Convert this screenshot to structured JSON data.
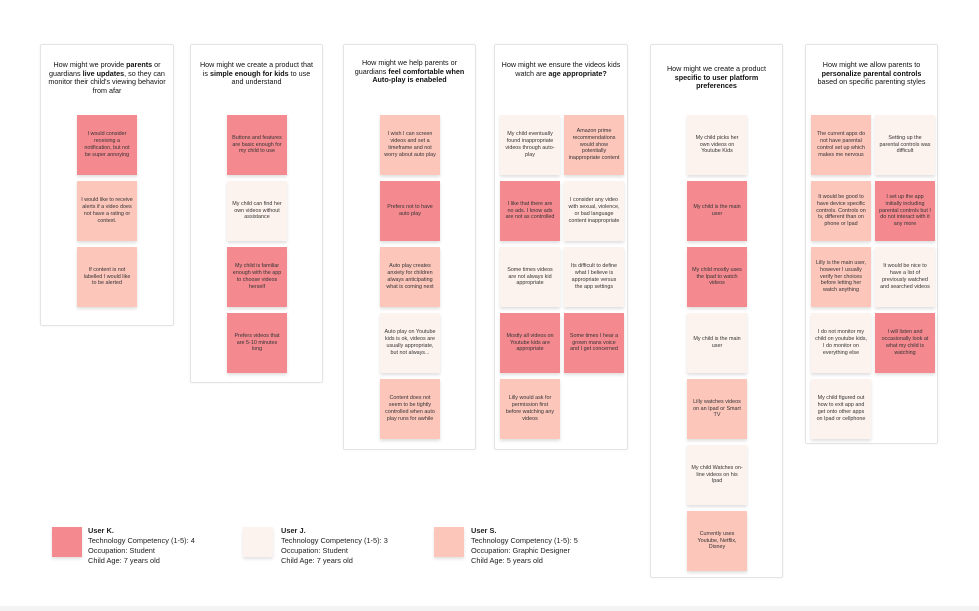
{
  "colors": {
    "userK": "#f48a8f",
    "userJ": "#fdf3ee",
    "userS": "#fcc6bb",
    "column_border": "#e4e4e4"
  },
  "columns": [
    {
      "id": "c1",
      "hmw": {
        "pre": "How might we provide ",
        "bold": "parents",
        "post": " or guardians ",
        "bold2": "live updates",
        "post2": ", so they can monitor their child's viewing behavior from afar"
      },
      "notes": [
        {
          "user": "K",
          "text": "I would consider receiving a notification, but not be super annoying"
        },
        {
          "user": "S",
          "text": "I would like to receive alerts if a video does not have a rating or context."
        },
        {
          "user": "S",
          "text": "If content is not labelled I would like to be alerted"
        }
      ]
    },
    {
      "id": "c2",
      "hmw": {
        "pre": "How might we create a product that is ",
        "bold": "simple enough for kids",
        "post": " to use and understand",
        "bold2": "",
        "post2": ""
      },
      "notes": [
        {
          "user": "K",
          "text": "Buttons and features are basic enough for my child to use"
        },
        {
          "user": "J",
          "text": "My child can find her own videos without assistance"
        },
        {
          "user": "K",
          "text": "My child is familiar enough with the app to choose videos herself"
        },
        {
          "user": "K",
          "text": "Prefers videos that are 5-10 minutes long"
        }
      ]
    },
    {
      "id": "c3",
      "hmw": {
        "pre": "How might we help parents or guardians ",
        "bold": "feel comfortable when Auto-play is enabeled",
        "post": "",
        "bold2": "",
        "post2": ""
      },
      "notes": [
        {
          "user": "S",
          "text": "I wish I can screen videos and set a timeframe and not worry about auto play"
        },
        {
          "user": "K",
          "text": "Prefers not to have auto play"
        },
        {
          "user": "S",
          "text": "Auto play creates anxiety for children always anticipating what is coming next"
        },
        {
          "user": "J",
          "text": "Auto play on Youtube kids is ok, videos are usually appropriate, but not always..."
        },
        {
          "user": "S",
          "text": "Content does not seem to be tightly controlled when auto play runs for awhile"
        }
      ]
    },
    {
      "id": "c4",
      "hmw": {
        "pre": "How might we ensure the videos kids watch are ",
        "bold": "age appropriate?",
        "post": "",
        "bold2": "",
        "post2": ""
      },
      "notes": [
        {
          "user": "J",
          "text": "My child eventually found inappropriate videos through auto-play"
        },
        {
          "user": "S",
          "text": "Amazon prime recommendations would show potentially inappropriate content"
        },
        {
          "user": "K",
          "text": "I like that there are no ads. I know ads are not as controlled"
        },
        {
          "user": "J",
          "text": "I consider any video with sexual, violence, or bad language content inappropriate"
        },
        {
          "user": "J",
          "text": "Some times videos are not always kid appropriate"
        },
        {
          "user": "J",
          "text": "Its difficult to define what I believe is appropriate versus the app settings"
        },
        {
          "user": "K",
          "text": "Mostly all videos on Youtube kids are appropriate"
        },
        {
          "user": "K",
          "text": "Some times I hear a grown mans voice and I get concerned"
        },
        {
          "user": "S",
          "text": "Lilly would ask for permission first before watching any videos"
        }
      ]
    },
    {
      "id": "c5",
      "hmw": {
        "pre": "How might we create a product ",
        "bold": "specific to user platform preferences",
        "post": "",
        "bold2": "",
        "post2": ""
      },
      "notes": [
        {
          "user": "J",
          "text": "My child picks her own videos on Youtube Kids"
        },
        {
          "user": "K",
          "text": "My child is the main user"
        },
        {
          "user": "K",
          "text": "My child mostly uses the Ipad to watch videos"
        },
        {
          "user": "J",
          "text": "My child is the main user"
        },
        {
          "user": "S",
          "text": "Lilly watches videos on an Ipad or Smart TV"
        },
        {
          "user": "J",
          "text": "My child Watches on- line videos on his Ipad"
        },
        {
          "user": "S",
          "text": "Currently uses Youtube, Netflix, Disney"
        }
      ]
    },
    {
      "id": "c6",
      "hmw": {
        "pre": "How might we allow parents to ",
        "bold": "personalize parental controls",
        "post": " based on specific parenting styles",
        "bold2": "",
        "post2": ""
      },
      "notes": [
        {
          "user": "S",
          "text": "The current apps do not have parental control set up which makes me nervous"
        },
        {
          "user": "J",
          "text": "Setting up the parental controls was difficult"
        },
        {
          "user": "S",
          "text": "It would be good to have device specific controls. Controls on tv, different than on phone or Ipad"
        },
        {
          "user": "K",
          "text": "I set up the app initially including parental controls but I do not interact with it any more"
        },
        {
          "user": "S",
          "text": "Lilly is the main user, however I usually verify her choices before letting her watch anything"
        },
        {
          "user": "J",
          "text": "It would be nice to have a list of previously watched and searched videos"
        },
        {
          "user": "J",
          "text": "I do not monitor my child on youtube kids, I do monitor on everything else"
        },
        {
          "user": "K",
          "text": "I will listen and occasionally look at what my child is watching"
        },
        {
          "user": "J",
          "text": "My child figured out how to exit app and get onto other apps on Ipad or cellphone"
        }
      ]
    }
  ],
  "legend": [
    {
      "user": "K",
      "name": "User K.",
      "competency": "Technology Competency (1-5): 4",
      "occupation": "Occupation: Student",
      "age": "Child Age: 7 years old"
    },
    {
      "user": "J",
      "name": "User J.",
      "competency": "Technology Competency (1-5): 3",
      "occupation": "Occupation: Student",
      "age": "Child Age: 7 years old"
    },
    {
      "user": "S",
      "name": "User S.",
      "competency": "Technology Competency (1-5): 5",
      "occupation": "Occupation: Graphic Designer",
      "age": "Child Age: 5 years old"
    }
  ]
}
